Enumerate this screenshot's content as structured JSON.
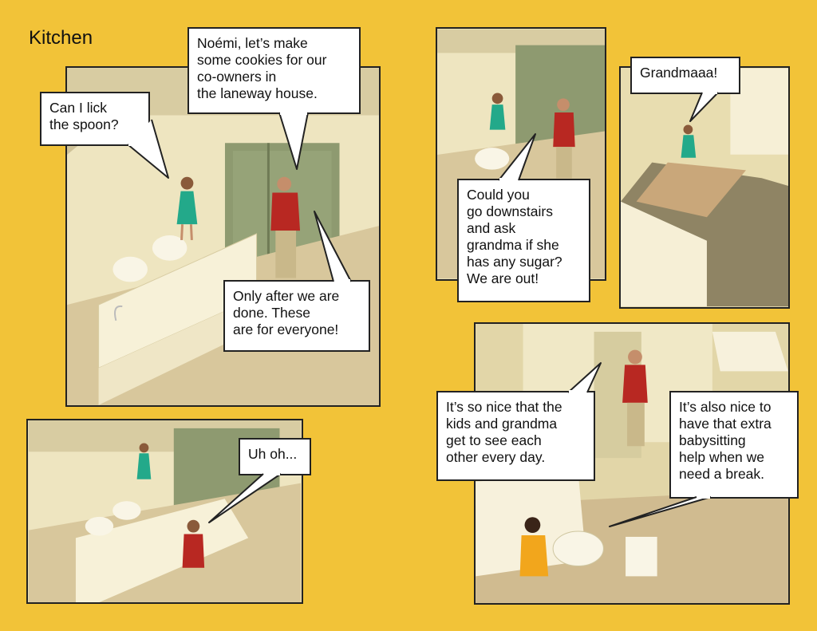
{
  "page": {
    "title": "Kitchen"
  },
  "panels": {
    "p1": {
      "bubble_top": "Noémi, let’s make\nsome cookies for our\nco-owners in\nthe laneway house.",
      "bubble_left": "Can I lick\nthe spoon?",
      "bubble_bottom": "Only after we are\ndone. These\nare for everyone!"
    },
    "p2": {
      "bubble": "Uh oh..."
    },
    "p3": {
      "bubble": "Could you\ngo downstairs\nand ask\ngrandma if she\nhas any sugar?\nWe are out!"
    },
    "p4": {
      "bubble": "Grandmaaa!"
    },
    "p5": {
      "bubble_left": "It’s so nice that the\nkids and grandma\nget to see each\nother every day.",
      "bubble_right": "It’s also nice to\nhave that extra\nbabysitting\nhelp when we\nneed a break."
    }
  },
  "colors": {
    "background": "#f2c338",
    "wall": "#e9dfb4",
    "glass": "#8d9a6e",
    "shirt_red": "#b82822",
    "dress_green": "#23a98a",
    "dress_yellow": "#f2a61c",
    "floor": "#c9b58a"
  }
}
